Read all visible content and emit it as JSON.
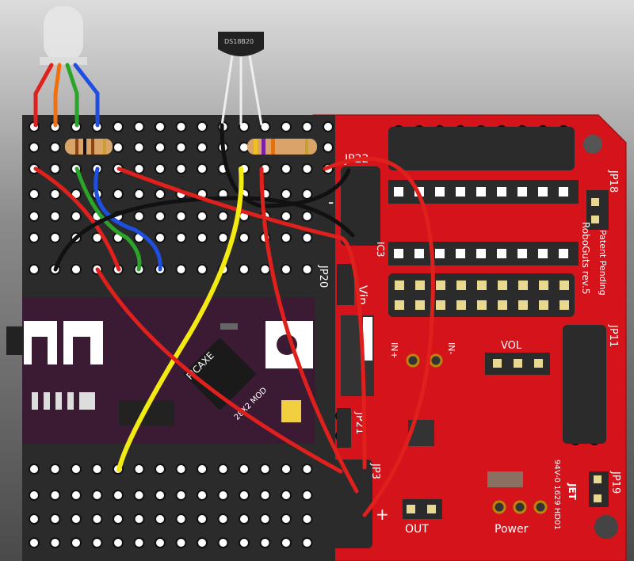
{
  "components": {
    "sensor_label": "DS18B20",
    "module_name": "PICAXE",
    "module_model": "28X2 MOD"
  },
  "board": {
    "name": "RoboGuts rev.5",
    "patent": "Patent Pending",
    "fab_mark": "94V-0 1629 HD01",
    "fab_logo": "JET",
    "labels": {
      "jp22": "JP22",
      "ic3": "IC3",
      "jp20": "JP20",
      "vin": "Vin",
      "jp21": "JP21",
      "jp3": "JP3",
      "jp11": "JP11",
      "jp18": "JP18",
      "jp19": "JP19",
      "vol": "VOL",
      "in_plus": "IN+",
      "in_minus": "IN-",
      "out": "OUT",
      "power": "Power",
      "plus": "+",
      "minus": "-"
    }
  },
  "colors": {
    "board": "#d4141a",
    "proto": "#2b2b2b",
    "module": "#3b1a33",
    "wire_red": "#e0201c",
    "wire_yellow": "#f2ea10",
    "wire_blue": "#1f4fe0",
    "wire_green": "#2aa52a",
    "wire_black": "#111111",
    "wire_orange": "#f07010"
  }
}
